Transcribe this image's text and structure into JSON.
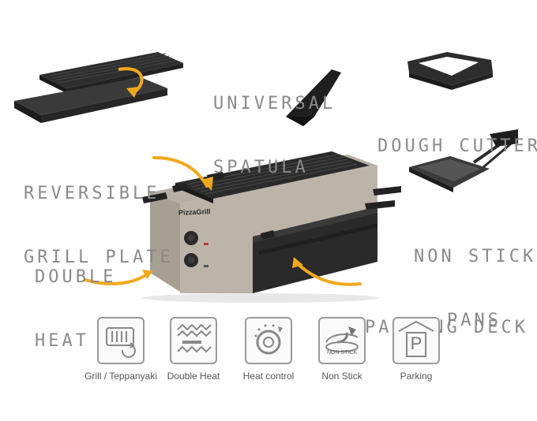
{
  "labels": {
    "spatula": [
      "UNIVERSAL",
      "SPATULA"
    ],
    "dough": "DOUGH CUTTER",
    "grill": [
      "REVERSIBLE",
      "GRILL PLATE"
    ],
    "pans": [
      "NON STICK",
      "PANS"
    ],
    "double": [
      "DOUBLE",
      "HEAT"
    ],
    "parking": "PARKING DECK"
  },
  "brand": "PizzaGrill",
  "features": [
    {
      "caption": "Grill / Teppanyaki",
      "icon": "grill-teppanyaki-icon"
    },
    {
      "caption": "Double Heat",
      "icon": "double-heat-icon"
    },
    {
      "caption": "Heat control",
      "icon": "heat-control-icon"
    },
    {
      "caption": "Non Stick",
      "icon": "non-stick-icon",
      "badge": "NON STICK"
    },
    {
      "caption": "Parking",
      "icon": "parking-icon",
      "letter": "P"
    }
  ],
  "colors": {
    "arrow": "#f2a81d",
    "label": "#8a8a8a",
    "body": "#b7afa3",
    "plate": "#2b2b2b"
  }
}
